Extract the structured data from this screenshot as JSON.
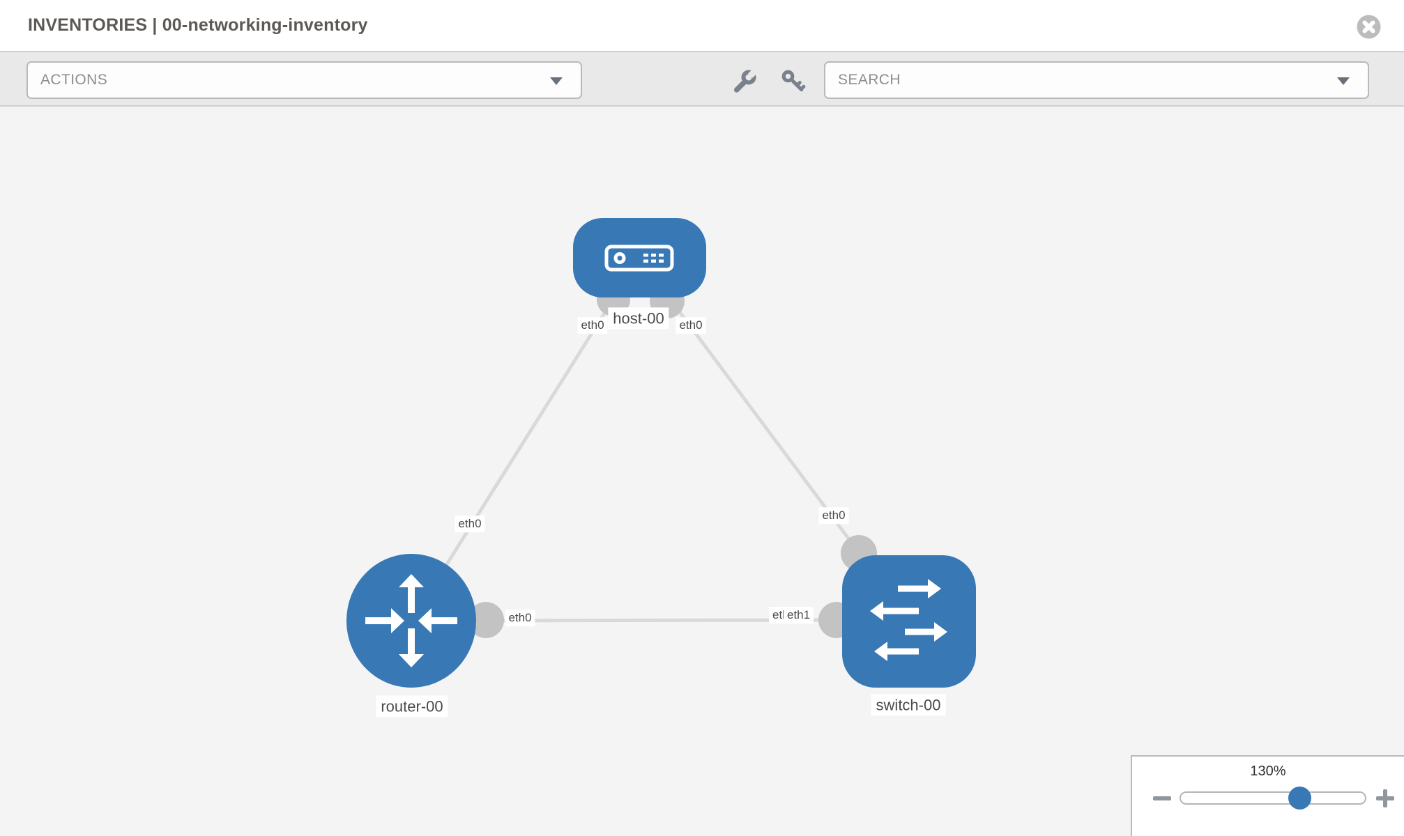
{
  "header": {
    "title": "INVENTORIES | 00-networking-inventory"
  },
  "toolbar": {
    "actions_label": "ACTIONS",
    "search_label": "SEARCH",
    "icons": [
      "wrench",
      "key"
    ]
  },
  "topology": {
    "nodes": [
      {
        "name": "host-00",
        "type": "host"
      },
      {
        "name": "router-00",
        "type": "router"
      },
      {
        "name": "switch-00",
        "type": "switch"
      }
    ],
    "links": [
      {
        "source": "router-00",
        "source_interface": "eth0",
        "target": "host-00",
        "target_interface": "eth0"
      },
      {
        "source": "switch-00",
        "source_interface": "eth0",
        "target": "host-00",
        "target_interface": "eth0"
      },
      {
        "source": "router-00",
        "source_interface": "eth0",
        "target": "switch-00",
        "target_interface": "eth1"
      }
    ],
    "labels": {
      "host": "host-00",
      "router": "router-00",
      "switch": "switch-00",
      "eth0": "eth0",
      "eth1": "eth1"
    }
  },
  "zoom_control": {
    "level": "130%",
    "icons": [
      "minus",
      "plus"
    ]
  },
  "colors": {
    "node_blue": "#3778b5",
    "link_gray": "#d9d9d9",
    "interface_gray": "#c3c3c3",
    "canvas_bg": "#f4f4f4",
    "toolbar_bg": "#e9e9e9"
  }
}
